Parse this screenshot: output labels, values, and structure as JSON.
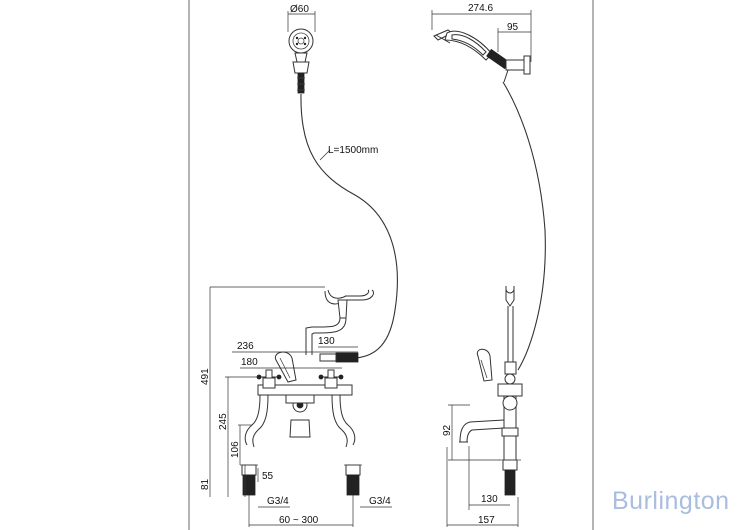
{
  "brand": {
    "name": "Burlington"
  },
  "dimensions": {
    "handset_diameter": "Ø60",
    "hose_length": "L=1500mm",
    "handset_length": "274.6",
    "handset_wall_offset": "95",
    "width_overall": "236",
    "width_levers": "180",
    "cradle_offset": "130",
    "height_total": "491",
    "height_levers": "245",
    "height_spout": "106",
    "height_outlet": "55",
    "height_leg": "81",
    "thread_left": "G3/4",
    "thread_right": "G3/4",
    "centres_range": "60 ~ 300",
    "side_spout_height": "92",
    "side_spout_reach": "130",
    "side_total_depth": "157"
  },
  "colors": {
    "line": "#333333",
    "brand": "#a9bddf",
    "background": "#ffffff"
  }
}
